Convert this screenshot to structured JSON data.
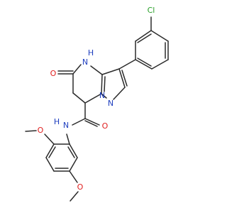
{
  "atoms": {
    "cl": {
      "text": "Cl",
      "color": "#2aa02a"
    },
    "nh": {
      "text": "H",
      "color": "#1f3fbf"
    },
    "n_h": {
      "text": "N",
      "color": "#1f3fbf"
    },
    "n_bridge": {
      "text": "N",
      "color": "#1f3fbf"
    },
    "n_pyrazole": {
      "text": "N",
      "color": "#1f3fbf"
    },
    "o_ketone": {
      "text": "O",
      "color": "#e01f1f"
    },
    "o_amide": {
      "text": "O",
      "color": "#e01f1f"
    },
    "n_amide_h": {
      "text": "H",
      "color": "#1f3fbf"
    },
    "n_amide": {
      "text": "N",
      "color": "#1f3fbf"
    },
    "o_methoxy_top": {
      "text": "O",
      "color": "#e01f1f"
    },
    "o_methoxy_bottom": {
      "text": "O",
      "color": "#e01f1f"
    }
  },
  "bond_color": "#2b2b2b"
}
